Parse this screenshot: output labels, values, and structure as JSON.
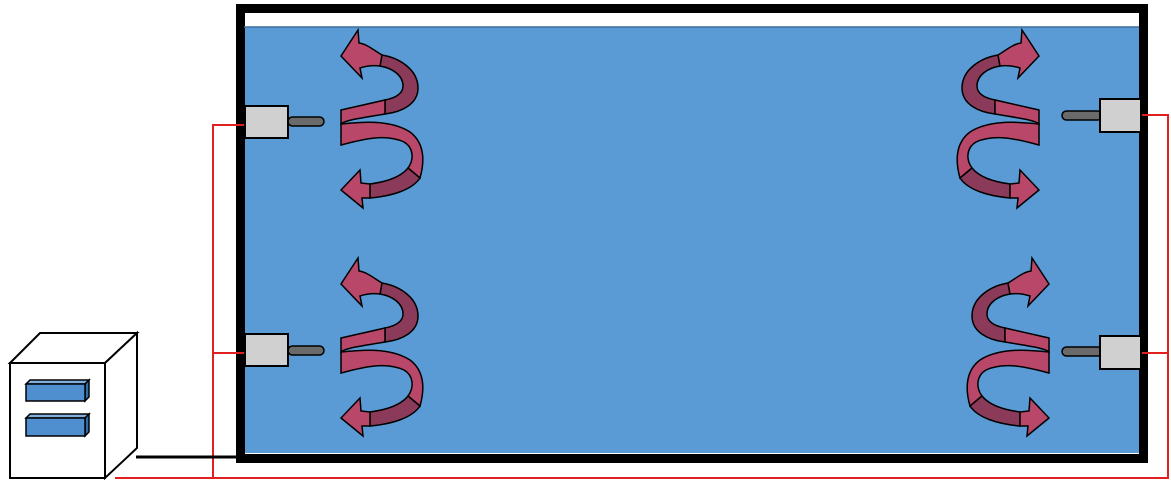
{
  "colors": {
    "water": "#5b9bd5",
    "wire_red": "#e0201e",
    "ribbon": "#b9476a",
    "ribbon_dark": "#8c3a5a",
    "tank_border": "#000000",
    "heater": "#d0d0d0"
  },
  "components": {
    "tank": "water-tank",
    "controller": "controller-box",
    "heaters": [
      "heater-left-top",
      "heater-left-bottom",
      "heater-right-top",
      "heater-right-bottom"
    ],
    "flows": [
      "flow-left-top",
      "flow-left-bottom",
      "flow-right-top",
      "flow-right-bottom"
    ]
  }
}
